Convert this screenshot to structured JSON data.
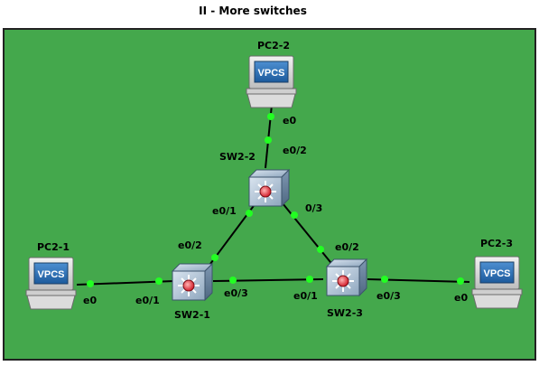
{
  "title": "II - More switches",
  "colors": {
    "canvas_background": "#44a84c",
    "link": "#000000",
    "port_dot": "#22ff22",
    "vpcs_screen": "#2a6fb3"
  },
  "nodes": [
    {
      "id": "PC2-2",
      "label": "PC2-2",
      "type": "vpcs",
      "icon_text": "VPCS"
    },
    {
      "id": "PC2-1",
      "label": "PC2-1",
      "type": "vpcs",
      "icon_text": "VPCS"
    },
    {
      "id": "PC2-3",
      "label": "PC2-3",
      "type": "vpcs",
      "icon_text": "VPCS"
    },
    {
      "id": "SW2-2",
      "label": "SW2-2",
      "type": "switch"
    },
    {
      "id": "SW2-1",
      "label": "SW2-1",
      "type": "switch"
    },
    {
      "id": "SW2-3",
      "label": "SW2-3",
      "type": "switch"
    }
  ],
  "ports": {
    "pc22_e0": "e0",
    "sw22_e02": "e0/2",
    "sw22_e01": "e0/1",
    "sw22_03": "0/3",
    "sw21_e02": "e0/2",
    "sw21_e01": "e0/1",
    "sw21_e03": "e0/3",
    "sw23_e02": "e0/2",
    "sw23_e01": "e0/1",
    "sw23_e03": "e0/3",
    "pc21_e0": "e0",
    "pc23_e0": "e0"
  },
  "links": [
    {
      "from": "PC2-2",
      "from_port": "e0",
      "to": "SW2-2",
      "to_port": "e0/2"
    },
    {
      "from": "SW2-2",
      "from_port": "e0/1",
      "to": "SW2-1",
      "to_port": "e0/2"
    },
    {
      "from": "SW2-2",
      "from_port": "0/3",
      "to": "SW2-3",
      "to_port": "e0/2"
    },
    {
      "from": "PC2-1",
      "from_port": "e0",
      "to": "SW2-1",
      "to_port": "e0/1"
    },
    {
      "from": "SW2-1",
      "from_port": "e0/3",
      "to": "SW2-3",
      "to_port": "e0/1"
    },
    {
      "from": "SW2-3",
      "from_port": "e0/3",
      "to": "PC2-3",
      "to_port": "e0"
    }
  ]
}
